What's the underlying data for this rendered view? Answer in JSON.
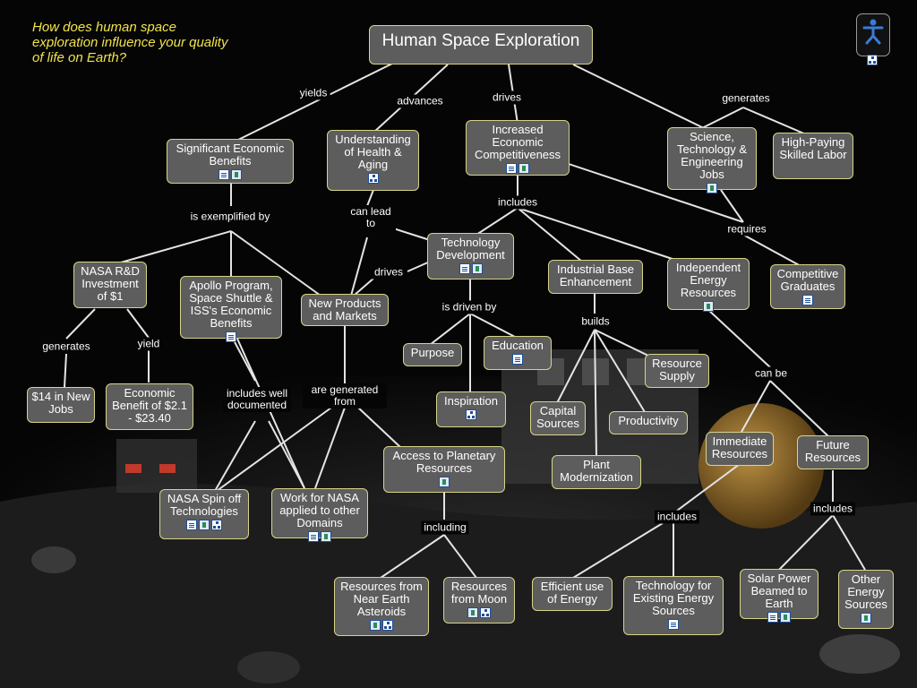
{
  "question": "How does human space exploration influence your quality of life on Earth?",
  "nodes": {
    "root": "Human Space Exploration",
    "econ_benefits": "Significant Economic Benefits",
    "health": "Understanding of Health & Aging",
    "competitiveness": "Increased Economic Competitiveness",
    "stem_jobs": "Science, Technology & Engineering Jobs",
    "skilled_labor": "High-Paying Skilled Labor",
    "nasa_rd": "NASA R&D Investment of $1",
    "apollo": "Apollo Program, Space Shuttle & ISS's Economic Benefits",
    "new_products": "New Products and Markets",
    "tech_dev": "Technology Development",
    "industrial_base": "Industrial Base Enhancement",
    "independent_energy": "Independent Energy Resources",
    "competitive_grads": "Competitive Graduates",
    "jobs_14": "$14 in New Jobs",
    "econ_benefit_val": "Economic Benefit of $2.1 - $23.40",
    "purpose": "Purpose",
    "education": "Education",
    "resource_supply": "Resource Supply",
    "inspiration": "Inspiration",
    "capital_sources": "Capital Sources",
    "productivity": "Productivity",
    "immediate_resources": "Immediate Resources",
    "future_resources": "Future Resources",
    "access_planetary": "Access to Planetary Resources",
    "plant_modernization": "Plant Modernization",
    "spinoff": "NASA Spin off Technologies",
    "work_nasa": "Work for NASA applied to other Domains",
    "asteroids": "Resources from Near Earth Asteroids",
    "moon": "Resources from Moon",
    "efficient_energy": "Efficient use of Energy",
    "tech_existing": "Technology for Existing Energy Sources",
    "solar_power": "Solar Power Beamed to Earth",
    "other_energy": "Other Energy Sources"
  },
  "links": {
    "yields": "yields",
    "advances": "advances",
    "drives_top": "drives",
    "generates_top": "generates",
    "exemplified": "is exemplified by",
    "can_lead": "can lead to",
    "includes_mid": "includes",
    "requires": "requires",
    "drives_mid": "drives",
    "driven_by": "is driven by",
    "builds": "builds",
    "can_be": "can be",
    "generates_left": "generates",
    "yield_left": "yield",
    "includes_documented": "includes well documented",
    "generated_from": "are generated from",
    "including": "including",
    "includes_imm": "includes",
    "includes_fut": "includes"
  },
  "icons": {
    "person_button": "person-icon",
    "resource_doc": "document-icon",
    "resource_media": "filmstrip-icon",
    "resource_map": "concept-map-icon"
  },
  "colors": {
    "background": "#050505",
    "node_fill": "#5d5d5d",
    "node_border": "#d8d488",
    "question_text": "#f0e44a",
    "link_line": "#e4e4e4"
  }
}
